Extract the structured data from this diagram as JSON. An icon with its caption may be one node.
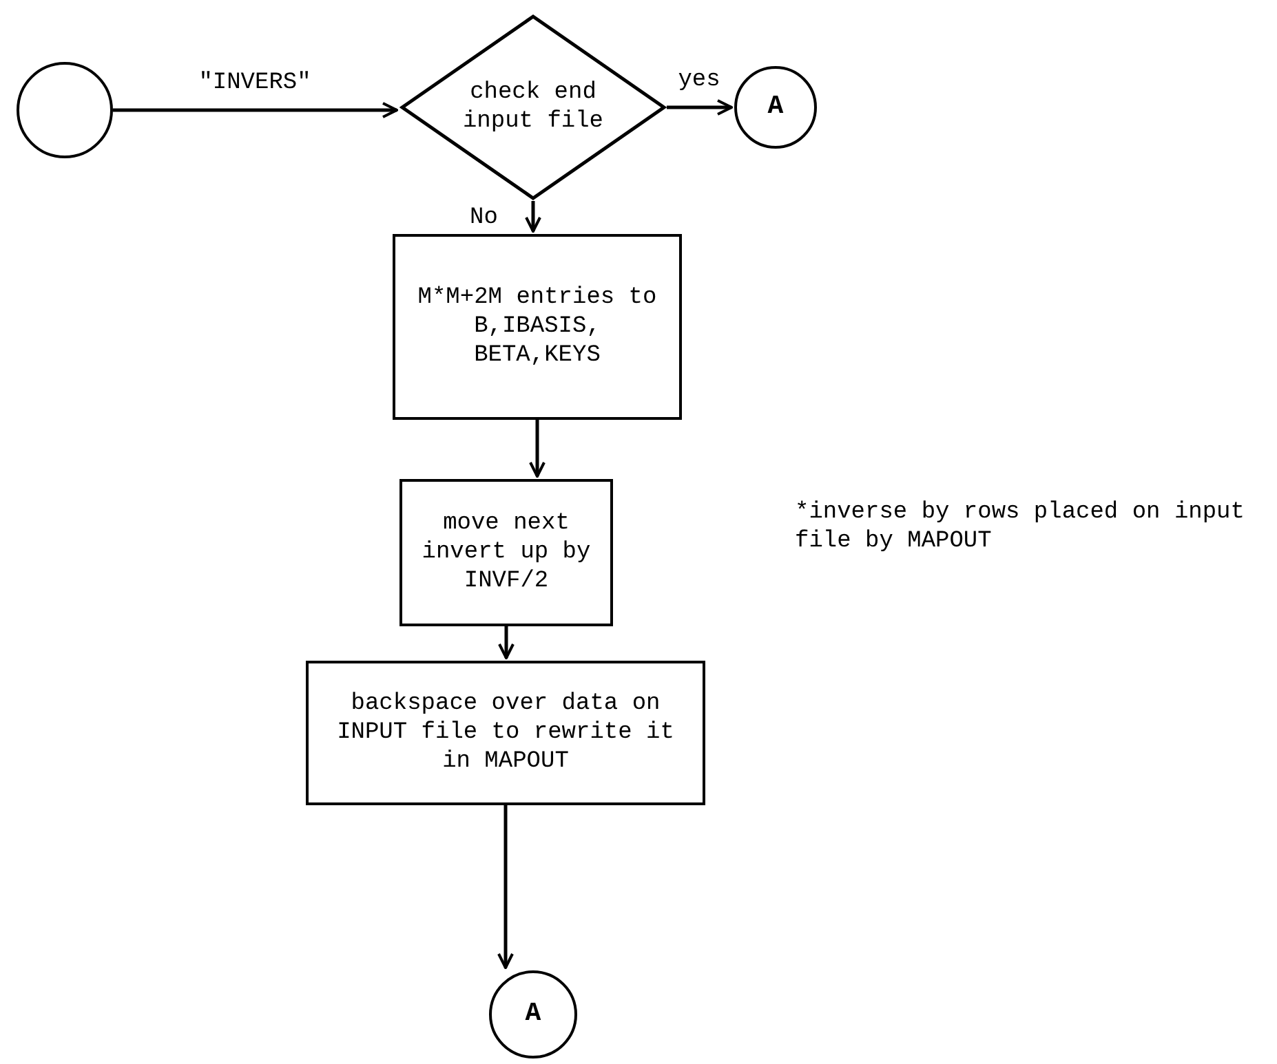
{
  "diagram": {
    "nodes": [
      {
        "text": [],
        "shape": "circle"
      },
      {
        "text": [
          "check end input file"
        ]
      },
      {
        "text": [
          "A"
        ]
      },
      {
        "text": [
          "M*M+2M entries to B,IBASIS, BETA,KEYS"
        ]
      },
      {
        "text": [
          "move next invert up by INVF/2"
        ]
      },
      {
        "text": [
          "backspace over data on INPUT file to rewrite it in MAPOUT"
        ]
      },
      {
        "text": [
          "A"
        ]
      }
    ],
    "edges": [
      {
        "from": 0,
        "to": 1,
        "arrow": "to",
        "label": "\"INVERS\""
      },
      {
        "from": 1,
        "to": 2,
        "arrow": "to",
        "label": "yes"
      },
      {
        "from": 1,
        "to": 3,
        "arrow": "to",
        "label": "No"
      },
      {
        "from": 3,
        "to": 4,
        "arrow": "to"
      },
      {
        "from": 4,
        "to": 5,
        "arrow": "to"
      },
      {
        "from": 5,
        "to": 6,
        "arrow": "to"
      }
    ],
    "labels": [
      "*inverse by rows placed on input file by MAPOUT"
    ]
  }
}
